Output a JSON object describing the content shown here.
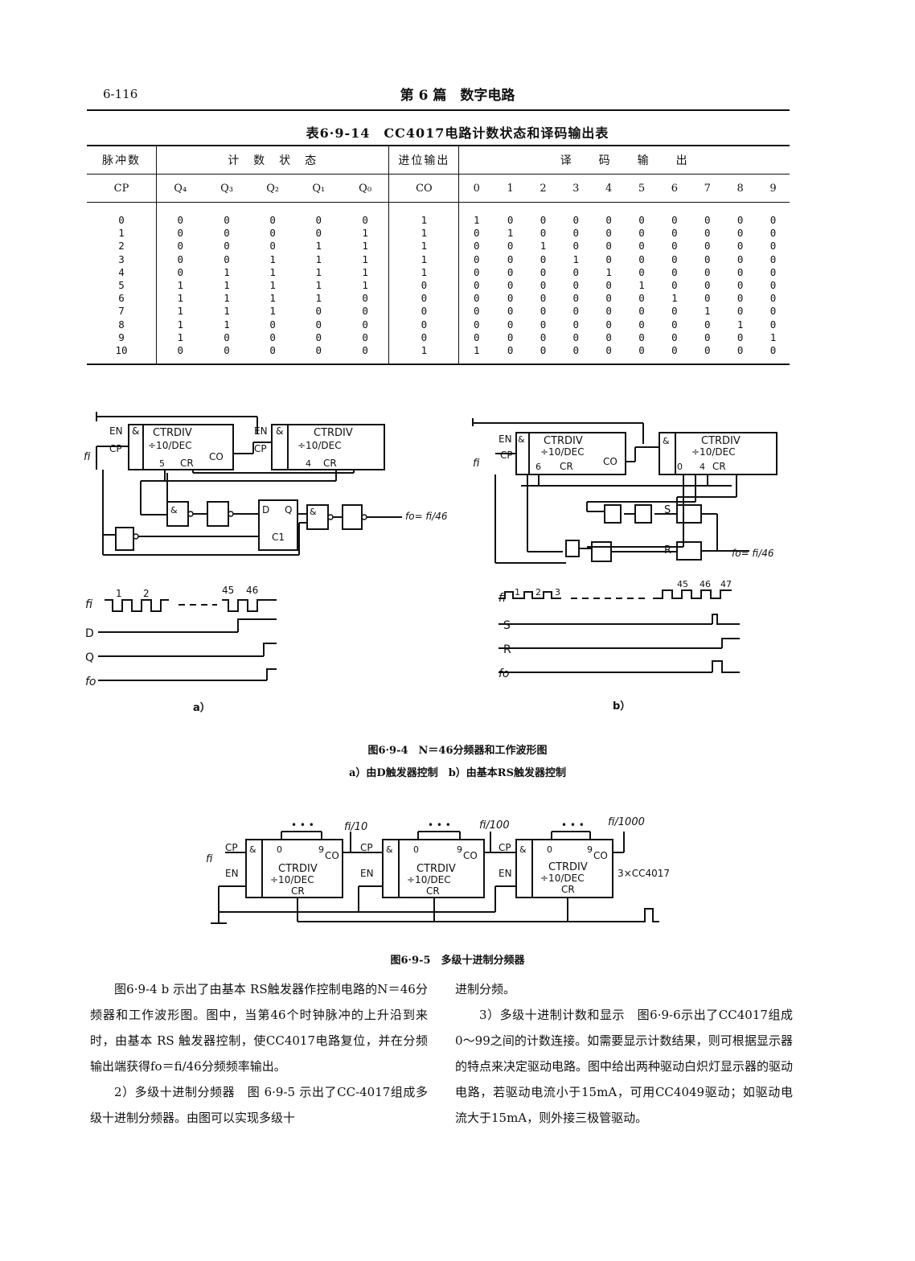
{
  "header": {
    "page_number": "6-116",
    "title": "第 6 篇　数字电路"
  },
  "table": {
    "title": "表6·9-14　CC4017电路计数状态和译码输出表",
    "header_row1": [
      "脉冲数",
      "计　数　状　态",
      "进位输出",
      "译　　码　　输　　出"
    ],
    "header_row2": [
      "CP",
      "Q₄",
      "Q₃",
      "Q₂",
      "Q₁",
      "Q₀",
      "CO",
      "0",
      "1",
      "2",
      "3",
      "4",
      "5",
      "6",
      "7",
      "8",
      "9"
    ],
    "rows": [
      [
        "0",
        "0",
        "0",
        "0",
        "0",
        "0",
        "1",
        "1",
        "0",
        "0",
        "0",
        "0",
        "0",
        "0",
        "0",
        "0",
        "0"
      ],
      [
        "1",
        "0",
        "0",
        "0",
        "0",
        "1",
        "1",
        "0",
        "1",
        "0",
        "0",
        "0",
        "0",
        "0",
        "0",
        "0",
        "0"
      ],
      [
        "2",
        "0",
        "0",
        "0",
        "1",
        "1",
        "1",
        "0",
        "0",
        "1",
        "0",
        "0",
        "0",
        "0",
        "0",
        "0",
        "0"
      ],
      [
        "3",
        "0",
        "0",
        "1",
        "1",
        "1",
        "1",
        "0",
        "0",
        "0",
        "1",
        "0",
        "0",
        "0",
        "0",
        "0",
        "0"
      ],
      [
        "4",
        "0",
        "1",
        "1",
        "1",
        "1",
        "1",
        "0",
        "0",
        "0",
        "0",
        "1",
        "0",
        "0",
        "0",
        "0",
        "0"
      ],
      [
        "5",
        "1",
        "1",
        "1",
        "1",
        "1",
        "0",
        "0",
        "0",
        "0",
        "0",
        "0",
        "1",
        "0",
        "0",
        "0",
        "0"
      ],
      [
        "6",
        "1",
        "1",
        "1",
        "1",
        "0",
        "0",
        "0",
        "0",
        "0",
        "0",
        "0",
        "0",
        "1",
        "0",
        "0",
        "0"
      ],
      [
        "7",
        "1",
        "1",
        "1",
        "0",
        "0",
        "0",
        "0",
        "0",
        "0",
        "0",
        "0",
        "0",
        "0",
        "1",
        "0",
        "0"
      ],
      [
        "8",
        "1",
        "1",
        "0",
        "0",
        "0",
        "0",
        "0",
        "0",
        "0",
        "0",
        "0",
        "0",
        "0",
        "0",
        "1",
        "0"
      ],
      [
        "9",
        "1",
        "0",
        "0",
        "0",
        "0",
        "0",
        "0",
        "0",
        "0",
        "0",
        "0",
        "0",
        "0",
        "0",
        "0",
        "1"
      ],
      [
        "10",
        "0",
        "0",
        "0",
        "0",
        "0",
        "1",
        "1",
        "0",
        "0",
        "0",
        "0",
        "0",
        "0",
        "0",
        "0",
        "0"
      ]
    ]
  },
  "figure_4": {
    "chip_name": "CTRDIV",
    "chip_sub": "÷10/DEC",
    "pins": {
      "en": "EN",
      "cp": "CP",
      "co": "CO",
      "cr": "CR",
      "and": "&"
    },
    "left_counter_output_a1": "5",
    "left_counter_output_a2": "4",
    "left_counter_output_b1": "6",
    "left_counter_output_b2a": "0",
    "left_counter_output_b2b": "4",
    "input_label": "fi",
    "output_label": "fo= fi/46",
    "dff": {
      "d": "D",
      "q": "Q",
      "clk": "C1"
    },
    "rs": {
      "s": "S",
      "r": "R"
    },
    "wave_a": {
      "labels": [
        "fi",
        "D",
        "Q",
        "fo"
      ],
      "pulses": [
        "1",
        "2",
        "45",
        "46"
      ]
    },
    "wave_b": {
      "labels": [
        "fi",
        "S",
        "R",
        "fo"
      ],
      "pulses": [
        "1",
        "2",
        "3",
        "45",
        "46",
        "47"
      ]
    },
    "sub_a": "a）",
    "sub_b": "b）",
    "caption": "图6·9-4　N＝46分频器和工作波形图",
    "subcaption": "a）由D触发器控制　b）由基本RS触发器控制"
  },
  "figure_5": {
    "outputs": [
      "fi/10",
      "fi/100",
      "fi/1000"
    ],
    "pin_first": "0",
    "pin_last": "9",
    "dots": "• • •",
    "count_label": "3×CC4017",
    "caption": "图6·9-5　多级十进制分频器"
  },
  "text_left": [
    "图6·9-4 b 示出了由基本 RS触发器作控制电路的N＝46分频器和工作波形图。图中，当第46个时钟脉冲的上升沿到来时，由基本 RS 触发器控制，使CC4017电路复位，并在分频输出端获得fo＝fi/46分频频率输出。",
    "2）多级十进制分频器　图 6·9-5 示出了CC-4017组成多级十进制分频器。由图可以实现多级十"
  ],
  "text_right": [
    "进制分频。",
    "3）多级十进制计数和显示　图6·9-6示出了CC4017组成 0～99之间的计数连接。如需要显示计数结果，则可根据显示器的特点来决定驱动电路。图中给出两种驱动白炽灯显示器的驱动电路，若驱动电流小于15mA，可用CC4049驱动；如驱动电流大于15mA，则外接三极管驱动。"
  ]
}
